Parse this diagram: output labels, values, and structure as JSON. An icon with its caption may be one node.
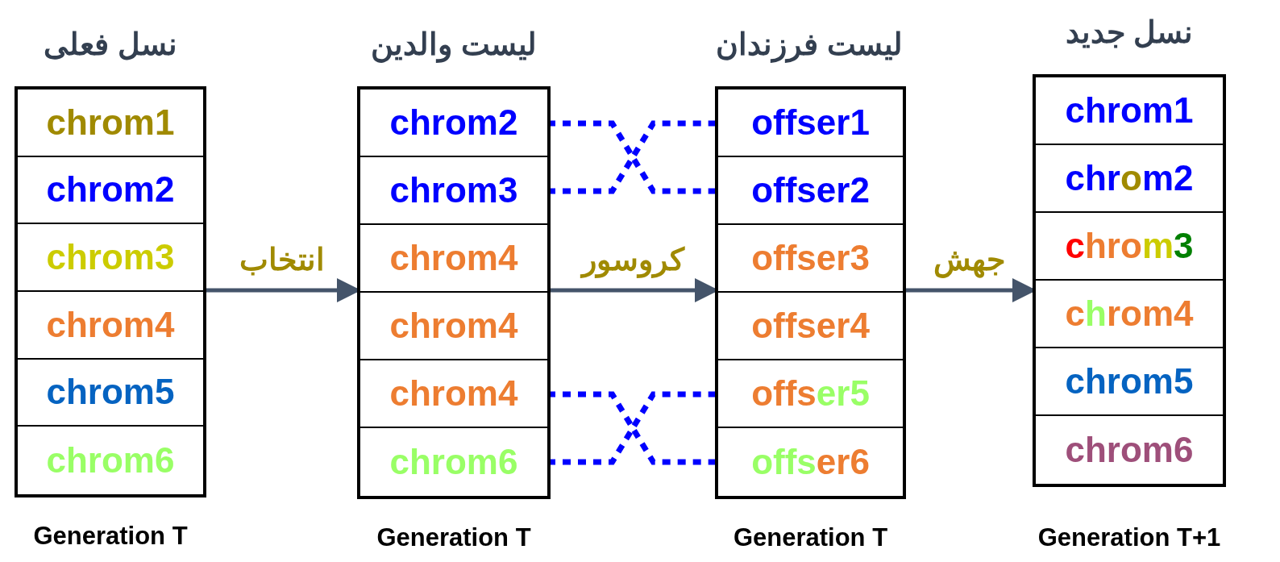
{
  "diagram": {
    "nodes": [
      {
        "text": [
          "نسل فعلی"
        ],
        "beside": [
          "Generation T"
        ]
      },
      {
        "text": [
          "chrom1"
        ],
        "in": 0
      },
      {
        "text": [
          "chrom2"
        ],
        "in": 0
      },
      {
        "text": [
          "chrom3"
        ],
        "in": 0
      },
      {
        "text": [
          "chrom4"
        ],
        "in": 0
      },
      {
        "text": [
          "chrom5"
        ],
        "in": 0
      },
      {
        "text": [
          "chrom6"
        ],
        "in": 0
      },
      {
        "text": [
          "لیست والدین"
        ],
        "beside": [
          "Generation T"
        ]
      },
      {
        "text": [
          "chrom2"
        ],
        "in": 7
      },
      {
        "text": [
          "chrom3"
        ],
        "in": 7
      },
      {
        "text": [
          "chrom4"
        ],
        "in": 7
      },
      {
        "text": [
          "chrom4"
        ],
        "in": 7
      },
      {
        "text": [
          "chrom4"
        ],
        "in": 7
      },
      {
        "text": [
          "chrom6"
        ],
        "in": 7
      },
      {
        "text": [
          "لیست فرزندان"
        ],
        "beside": [
          "Generation T"
        ]
      },
      {
        "text": [
          "offser1"
        ],
        "in": 14
      },
      {
        "text": [
          "offser2"
        ],
        "in": 14
      },
      {
        "text": [
          "offser3"
        ],
        "in": 14
      },
      {
        "text": [
          "offser4"
        ],
        "in": 14
      },
      {
        "text": [
          "offser5"
        ],
        "in": 14
      },
      {
        "text": [
          "offser6"
        ],
        "in": 14
      },
      {
        "text": [
          "نسل جدید"
        ],
        "beside": [
          "Generation T+1"
        ]
      },
      {
        "text": [
          "chrom1"
        ],
        "in": 21
      },
      {
        "text": [
          "chrom2"
        ],
        "in": 21
      },
      {
        "text": [
          "chrom3"
        ],
        "in": 21
      },
      {
        "text": [
          "chrom4"
        ],
        "in": 21
      },
      {
        "text": [
          "chrom5"
        ],
        "in": 21
      },
      {
        "text": [
          "chrom6"
        ],
        "in": 21
      }
    ],
    "edges": [
      {
        "from": 0,
        "to": 7,
        "arrow": "to",
        "label": "انتخاب",
        "color": "#44546a"
      },
      {
        "from": 7,
        "to": 14,
        "arrow": "to",
        "label": "کروسور",
        "color": "#44546a"
      },
      {
        "from": 14,
        "to": 21,
        "arrow": "to",
        "label": "جهش",
        "color": "#44546a"
      },
      {
        "from": 8,
        "to": 16,
        "arrow": "none",
        "style": "dashed",
        "color": "#0000ff"
      },
      {
        "from": 9,
        "to": 15,
        "arrow": "none",
        "style": "dashed",
        "color": "#0000ff"
      },
      {
        "from": 12,
        "to": 20,
        "arrow": "none",
        "style": "dashed",
        "color": "#0000ff"
      },
      {
        "from": 13,
        "to": 19,
        "arrow": "none",
        "style": "dashed",
        "color": "#0000ff"
      }
    ]
  }
}
